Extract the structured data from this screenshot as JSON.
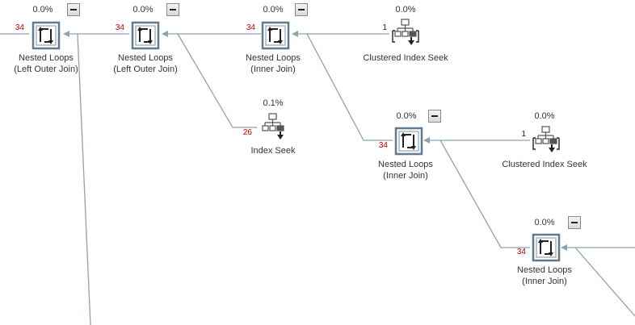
{
  "plan": {
    "nl1": {
      "pct": "0.0%",
      "label1": "Nested Loops",
      "label2": "(Left Outer Join)",
      "rows": "34"
    },
    "nl2": {
      "pct": "0.0%",
      "label1": "Nested Loops",
      "label2": "(Left Outer Join)",
      "rows": "34"
    },
    "nl3": {
      "pct": "0.0%",
      "label1": "Nested Loops",
      "label2": "(Inner Join)",
      "rows": "34"
    },
    "cis1": {
      "pct": "0.0%",
      "label1": "Clustered Index Seek",
      "rows": "1"
    },
    "is1": {
      "pct": "0.1%",
      "label1": "Index Seek",
      "rows": "26"
    },
    "nl4": {
      "pct": "0.0%",
      "label1": "Nested Loops",
      "label2": "(Inner Join)",
      "rows": "34"
    },
    "cis2": {
      "pct": "0.0%",
      "label1": "Clustered Index Seek",
      "rows": "1"
    },
    "nl5": {
      "pct": "0.0%",
      "label1": "Nested Loops",
      "label2": "(Inner Join)",
      "rows": "34"
    }
  },
  "icons": {
    "nested_loops": "nested-loops-icon",
    "index_seek": "index-seek-icon",
    "clustered_index_seek": "clustered-index-seek-icon",
    "collapse": "collapse-minus-icon"
  },
  "colors": {
    "connector": "#8da3b5",
    "row_count": "#c00000",
    "icon_frame": "#607a90"
  }
}
